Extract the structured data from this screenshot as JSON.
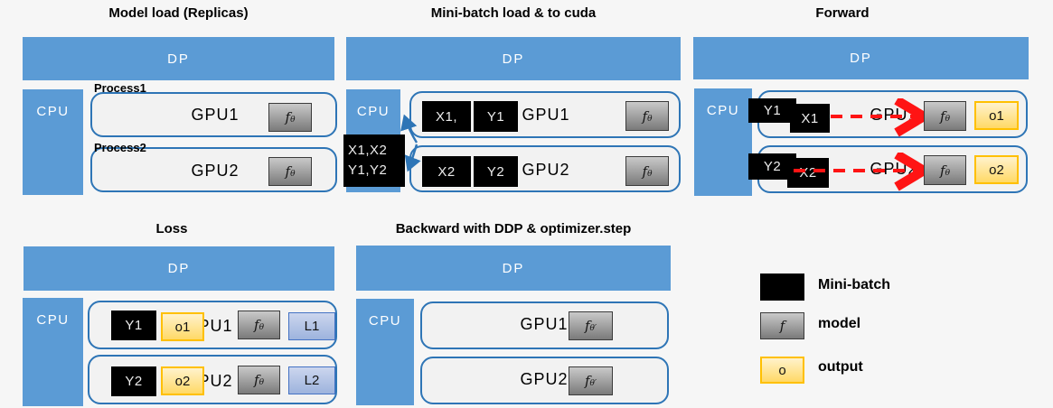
{
  "colors": {
    "bg": "#f6f6f6",
    "blue": "#5b9bd5",
    "border-blue": "#2e75b6",
    "row-fill": "#f2f2f2",
    "black-box": "#000000",
    "black-box-text": "#ececec",
    "gray-top": "#c9c9c9",
    "gray-bottom": "#7a7a7a",
    "gray-border": "#3b3b3b",
    "yellow-top": "#fff2cc",
    "yellow-bottom": "#ffd966",
    "yellow-border": "#ffc000",
    "loss-top": "#ccd6ee",
    "loss-bottom": "#9db3dd",
    "loss-border": "#4472c4",
    "red": "#ff1414",
    "text": "#000000"
  },
  "panels": {
    "model_load": {
      "title": "Model load (Replicas)",
      "dp": "DP",
      "cpu": "CPU",
      "rows": [
        {
          "process": "Process1",
          "gpu": "GPU1",
          "model_base": "f",
          "model_sub": "θ"
        },
        {
          "process": "Process2",
          "gpu": "GPU2",
          "model_base": "f",
          "model_sub": "θ"
        }
      ]
    },
    "minibatch": {
      "title": "Mini-batch load & to cuda",
      "dp": "DP",
      "cpu": "CPU",
      "batch_line1": "X1,X2",
      "batch_line2": "Y1,Y2",
      "rows": [
        {
          "x": "X1,",
          "y": "Y1",
          "gpu": "GPU1",
          "model_base": "f",
          "model_sub": "θ"
        },
        {
          "x": "X2",
          "y": "Y2",
          "gpu": "GPU2",
          "model_base": "f",
          "model_sub": "θ"
        }
      ]
    },
    "forward": {
      "title": "Forward",
      "dp": "DP",
      "cpu": "CPU",
      "rows": [
        {
          "y": "Y1",
          "x": "X1",
          "gpu": "GPU1",
          "model_base": "f",
          "model_sub": "θ",
          "output": "o1"
        },
        {
          "y": "Y2",
          "x": "X2",
          "gpu": "GPU2",
          "model_base": "f",
          "model_sub": "θ",
          "output": "o2"
        }
      ]
    },
    "loss": {
      "title": "Loss",
      "dp": "DP",
      "cpu": "CPU",
      "rows": [
        {
          "y": "Y1",
          "output": "o1",
          "gpu": "GPU1",
          "model_base": "f",
          "model_sub": "θ",
          "loss": "L1"
        },
        {
          "y": "Y2",
          "output": "o2",
          "gpu": "GPU2",
          "model_base": "f",
          "model_sub": "θ",
          "loss": "L2"
        }
      ]
    },
    "backward": {
      "title": "Backward with DDP & optimizer.step",
      "dp": "DP",
      "cpu": "CPU",
      "rows": [
        {
          "gpu": "GPU1",
          "model_base": "f",
          "model_sub": "θ′"
        },
        {
          "gpu": "GPU2",
          "model_base": "f",
          "model_sub": "θ′"
        }
      ]
    }
  },
  "legend": {
    "items": [
      {
        "label": "Mini-batch"
      },
      {
        "label": "model",
        "swatch_text": "f"
      },
      {
        "label": "output",
        "swatch_text": "o"
      }
    ]
  }
}
